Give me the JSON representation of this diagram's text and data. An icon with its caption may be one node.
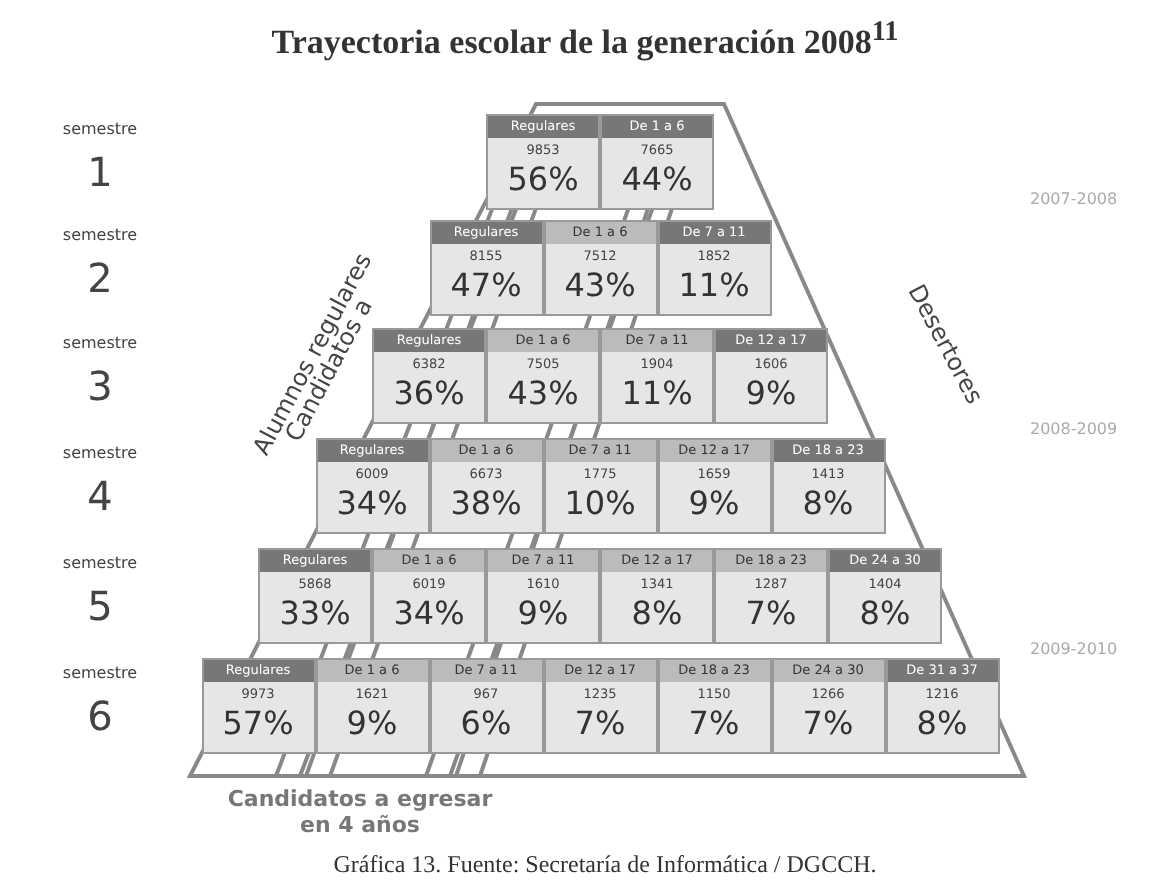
{
  "diagram": {
    "title": "Trayectoria escolar de la generación 2008$^{11}$",
    "caption": "Gráfica 13. Fuente: Secretaría de Informática / DGCCH.",
    "nodes": [
      {
        "text": [
          "Regulares",
          "9853",
          "56%"
        ]
      },
      {
        "text": [
          "De 1 a 6",
          "7665",
          "44%"
        ]
      },
      {
        "text": [
          "Regulares",
          "8155",
          "47%"
        ]
      },
      {
        "text": [
          "De 1 a 6",
          "7512",
          "43%"
        ]
      },
      {
        "text": [
          "De 7 a 11",
          "1852",
          "11%"
        ]
      },
      {
        "text": [
          "Regulares",
          "6382",
          "36%"
        ]
      },
      {
        "text": [
          "De 1 a 6",
          "7505",
          "43%"
        ]
      },
      {
        "text": [
          "De 7 a 11",
          "1904",
          "11%"
        ]
      },
      {
        "text": [
          "De 12 a 17",
          "1606",
          "9%"
        ]
      },
      {
        "text": [
          "Regulares",
          "6009",
          "34%"
        ]
      },
      {
        "text": [
          "De 1 a 6",
          "6673",
          "38%"
        ]
      },
      {
        "text": [
          "De 7 a 11",
          "1775",
          "10%"
        ]
      },
      {
        "text": [
          "De 12 a 17",
          "1659",
          "9%"
        ]
      },
      {
        "text": [
          "De 18 a 23",
          "1413",
          "8%"
        ]
      },
      {
        "text": [
          "Regulares",
          "5868",
          "33%"
        ]
      },
      {
        "text": [
          "De 1 a 6",
          "6019",
          "34%"
        ]
      },
      {
        "text": [
          "De 7 a 11",
          "1610",
          "9%"
        ]
      },
      {
        "text": [
          "De 12 a 17",
          "1341",
          "8%"
        ]
      },
      {
        "text": [
          "De 18 a 23",
          "1287",
          "7%"
        ]
      },
      {
        "text": [
          "De 24 a 30",
          "1404",
          "8%"
        ]
      },
      {
        "text": [
          "Regulares",
          "9973",
          "57%"
        ]
      },
      {
        "text": [
          "De 1 a 6",
          "1621",
          "9%"
        ]
      },
      {
        "text": [
          "De 7 a 11",
          "967",
          "6%"
        ]
      },
      {
        "text": [
          "De 12 a 17",
          "1235",
          "7%"
        ]
      },
      {
        "text": [
          "De 18 a 23",
          "1150",
          "7%"
        ]
      },
      {
        "text": [
          "De 24 a 30",
          "1266",
          "7%"
        ]
      },
      {
        "text": [
          "De 31 a 37",
          "1216",
          "8%"
        ]
      }
    ],
    "labels": [
      "semestre",
      "1",
      "2007-2008",
      "semestre",
      "2",
      "Alumnos regulares",
      "Candidatos a",
      "semestre",
      "3",
      "Desertores",
      "2008-2009",
      "semestre",
      "4",
      "semestre",
      "5",
      "2009-2010",
      "semestre",
      "6",
      "Candidatos a egresar en 4 años"
    ]
  }
}
